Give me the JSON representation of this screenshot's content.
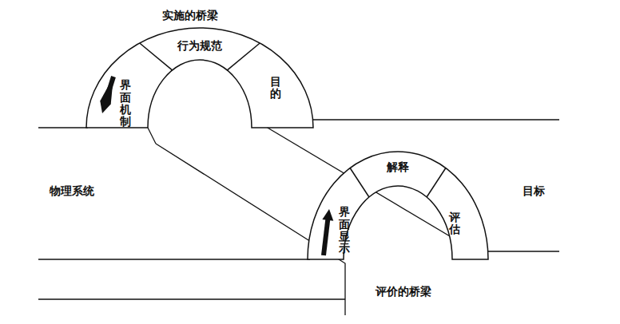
{
  "diagram": {
    "nodes": [
      {
        "text": [
          "界面机制"
        ]
      },
      {
        "text": [
          "行为规范"
        ]
      },
      {
        "text": [
          "目的"
        ]
      },
      {
        "text": [
          "界面显示"
        ]
      },
      {
        "text": [
          "解释"
        ]
      },
      {
        "text": [
          "评估"
        ]
      }
    ],
    "labels": [
      "实施的桥梁",
      "物理系统",
      "目标",
      "评价的桥梁"
    ]
  }
}
